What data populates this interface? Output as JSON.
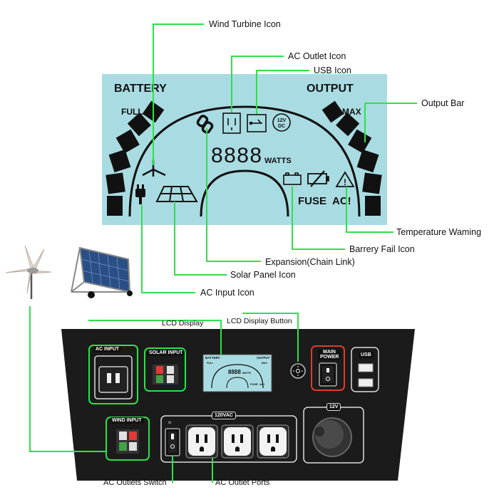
{
  "callouts": {
    "wind_turbine": "Wind Turbine Icon",
    "ac_outlet": "AC Outlet Icon",
    "usb": "USB Icon",
    "output_bar": "Output Bar",
    "temperature": "Temperature Waming",
    "battery_fail": "Barrery Fail Icon",
    "expansion": "Expansion(Chain Link)",
    "solar_panel": "Solar Panel Icon",
    "ac_input": "AC Input Icon",
    "lcd_display": "LCD Display",
    "lcd_button": "LCD Display Button",
    "ac_switch": "AC Outlets Switch",
    "ac_ports": "AC Outlet Ports"
  },
  "lcd": {
    "battery": "BATTERY",
    "output": "OUTPUT",
    "full": "FULL",
    "max": "MAX",
    "digits": "8888",
    "watts": "WATTS",
    "dc_12v": "12V",
    "dc_label": "DC",
    "fuse": "FUSE",
    "ac_warn": "AC!"
  },
  "panel": {
    "ac_input": "AC INPUT",
    "solar_input": "SOLAR INPUT",
    "wind_input": "WIND INPUT",
    "main_power": "MAIN POWER",
    "usb": "USB",
    "vac": "120VAC",
    "v12": "12V",
    "mini_battery": "BATTERY",
    "mini_output": "OUTPUT",
    "mini_full": "FULL",
    "mini_max": "MAX",
    "mini_digits": "8888",
    "mini_watts": "WATTS",
    "mini_fuse": "FUSE",
    "mini_ac": "AC!"
  },
  "colors": {
    "leader": "#2fe04a",
    "lcd_bg": "#a9dce2",
    "panel_bg": "#1b1b1b",
    "main_power": "#e23b2a"
  },
  "icons": [
    "wind-turbine-icon",
    "ac-outlet-icon",
    "usb-icon",
    "chain-link-icon",
    "plug-icon",
    "solar-panel-icon",
    "battery-fail-icon",
    "warning-icon",
    "sun-icon"
  ]
}
